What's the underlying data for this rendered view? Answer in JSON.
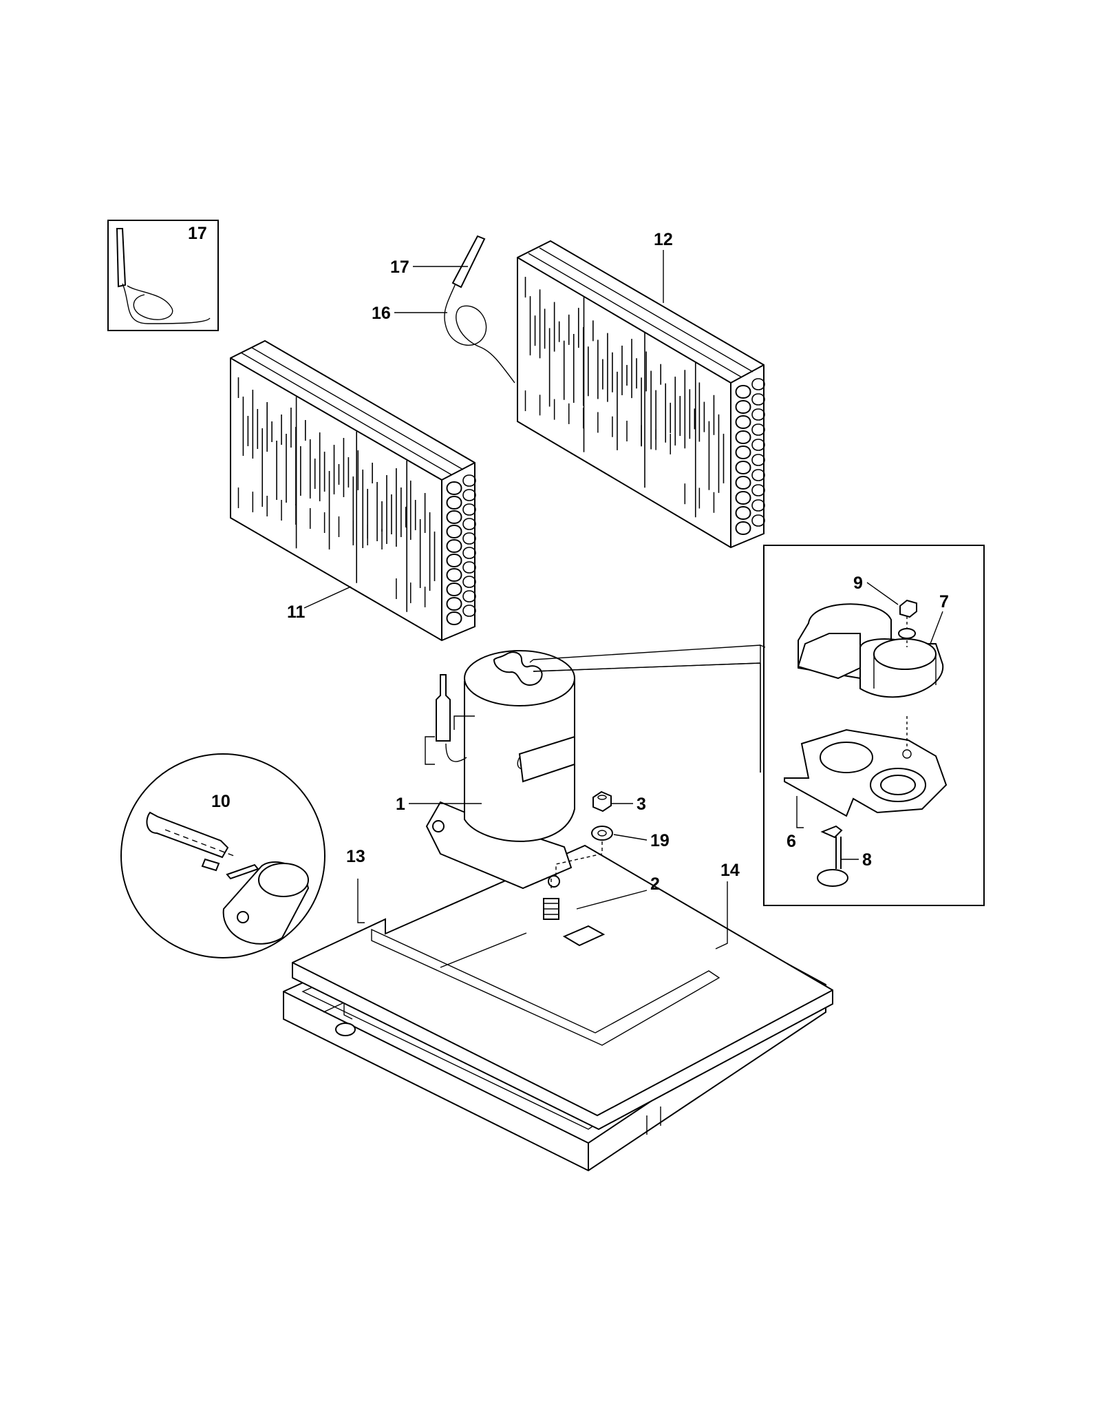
{
  "diagram": {
    "callouts": {
      "c1": "1",
      "c2": "2",
      "c3": "3",
      "c6": "6",
      "c7": "7",
      "c8": "8",
      "c9": "9",
      "c10": "10",
      "c11": "11",
      "c12": "12",
      "c13": "13",
      "c14": "14",
      "c16": "16",
      "c17_inset": "17",
      "c17": "17",
      "c19": "19"
    }
  }
}
